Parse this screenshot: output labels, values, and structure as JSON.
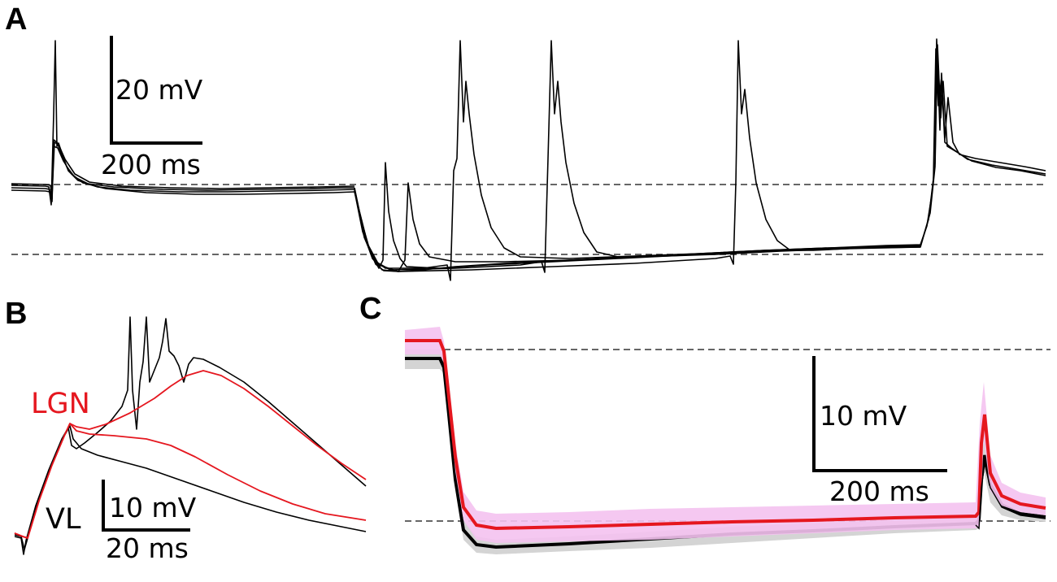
{
  "panels": {
    "a": {
      "label": "A",
      "scale_voltage": "20 mV",
      "scale_time": "200 ms"
    },
    "b": {
      "label": "B",
      "scale_voltage": "10 mV",
      "scale_time": "20 ms",
      "series": [
        {
          "name": "LGN",
          "color": "#e5171f"
        },
        {
          "name": "VL",
          "color": "#000000"
        }
      ]
    },
    "c": {
      "label": "C",
      "scale_voltage": "10 mV",
      "scale_time": "200 ms",
      "colors": {
        "red_trace": "#e5171f",
        "red_band": "#f4c2f0",
        "black_band": "#d4d4d4"
      }
    }
  }
}
